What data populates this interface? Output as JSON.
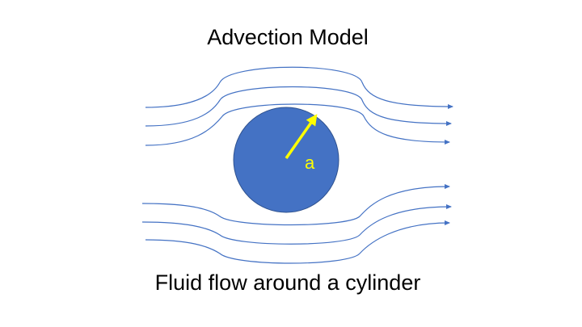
{
  "slide": {
    "title": "Advection Model",
    "caption": "Fluid flow around a cylinder"
  },
  "diagram": {
    "radius_label": "a",
    "colors": {
      "cylinder": "#4472C4",
      "streamline": "#4472C4",
      "radius_arrow": "#FFFF00",
      "radius_label": "#FFFF00",
      "text": "#000000"
    }
  }
}
